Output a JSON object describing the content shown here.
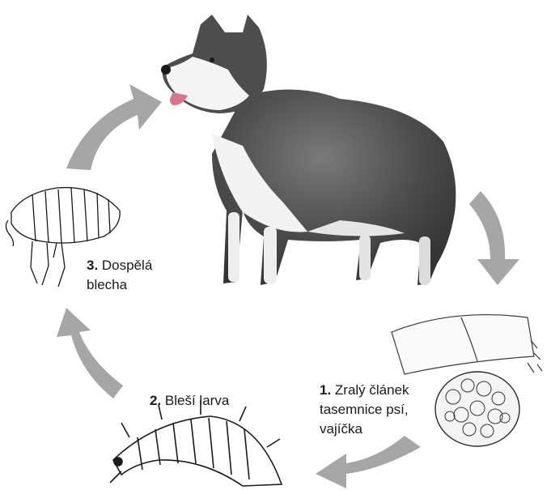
{
  "stages": [
    {
      "number": "1.",
      "lines": [
        "Zralý článek",
        "tasemnice psí,",
        "vajíčka"
      ]
    },
    {
      "number": "2.",
      "lines": [
        "Bleší larva"
      ]
    },
    {
      "number": "3.",
      "lines": [
        "Dospělá",
        "blecha"
      ]
    }
  ],
  "colors": {
    "arrow": "#a6a6a6",
    "dog_dark": "#4a4a4a",
    "dog_light": "#f3f3f3",
    "tongue": "#d9758a",
    "ink": "#1a1a1a"
  },
  "icons": [
    "dog-illustration",
    "flea-illustration",
    "larva-illustration",
    "tapeworm-segment-illustration",
    "egg-capsule-illustration"
  ]
}
